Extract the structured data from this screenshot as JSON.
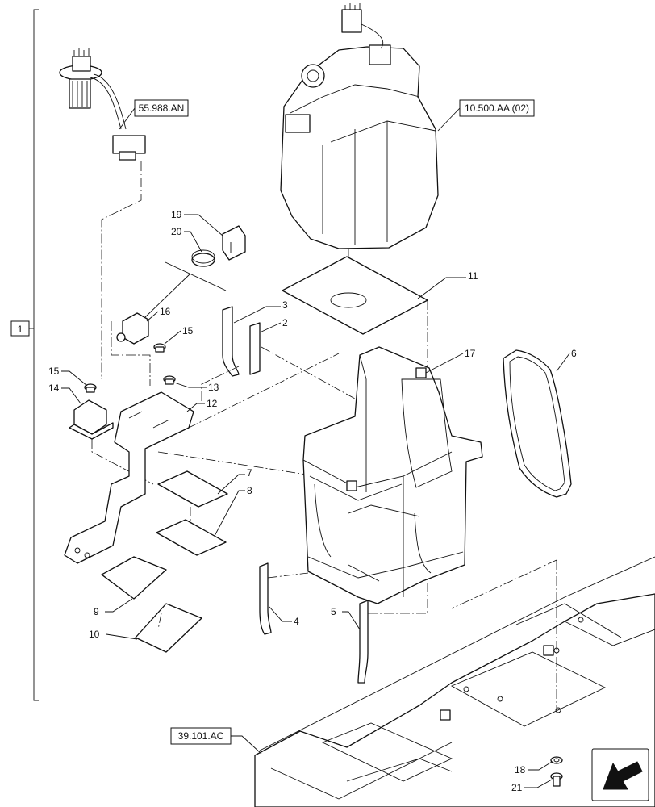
{
  "group_label": "1",
  "references": {
    "ref_55988an": "55.988.AN",
    "ref_10500aa": "10.500.AA (02)",
    "ref_39101ac": "39.101.AC"
  },
  "callouts": {
    "c2": "2",
    "c3": "3",
    "c4": "4",
    "c5": "5",
    "c6": "6",
    "c7": "7",
    "c8": "8",
    "c9": "9",
    "c10": "10",
    "c11": "11",
    "c12": "12",
    "c13": "13",
    "c14": "14",
    "c15a": "15",
    "c15b": "15",
    "c16": "16",
    "c17": "17",
    "c18": "18",
    "c19": "19",
    "c20": "20",
    "c21": "21"
  },
  "icons": {
    "nav": "arrow-direction-icon"
  }
}
